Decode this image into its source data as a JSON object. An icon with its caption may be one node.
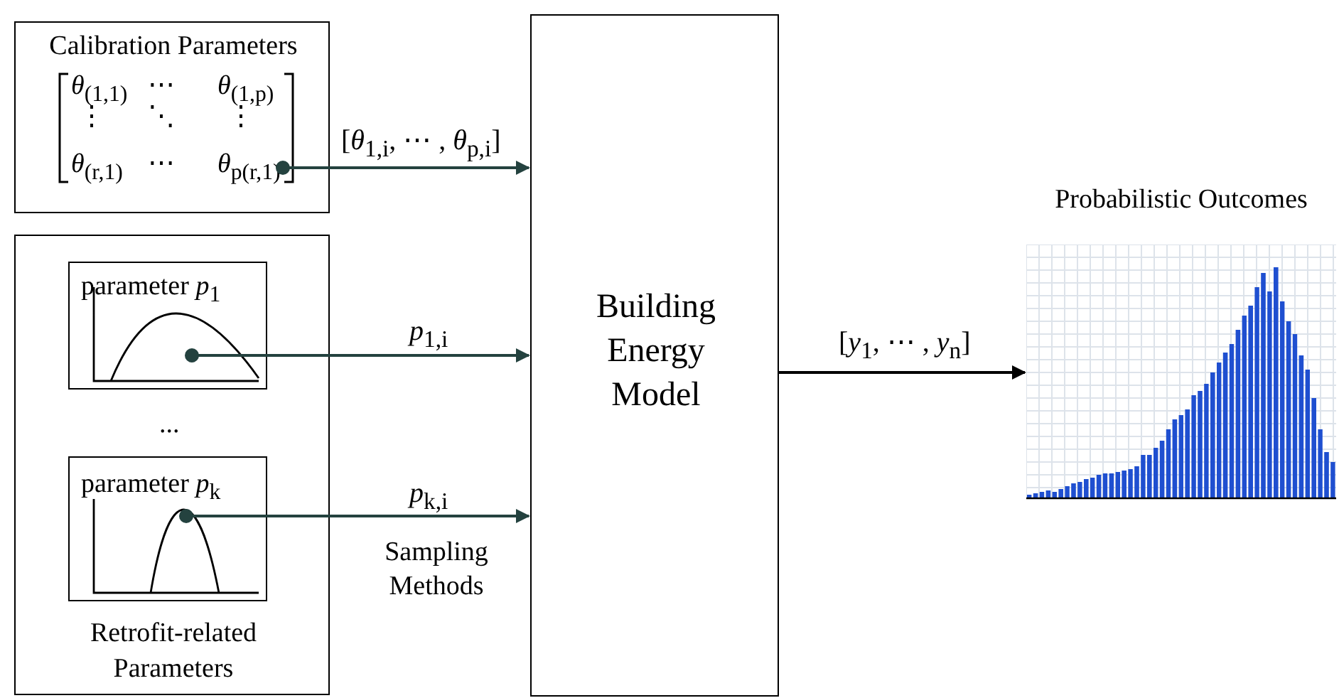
{
  "diagram": {
    "nodes": [
      {
        "text": [
          "Calibration Parameters"
        ]
      },
      {
        "text": [
          "Retrofit-related Parameters"
        ]
      },
      {
        "text": [
          "parameter *p*$_{1}$"
        ],
        "in": 1
      },
      {
        "text": [
          "parameter *p*$_{k}$"
        ],
        "in": 1
      },
      {
        "text": [
          "Building Energy Model"
        ]
      },
      {
        "text": [
          "Probabilistic Outcomes"
        ]
      }
    ],
    "edges": [
      {
        "from": 0,
        "to": 4,
        "arrow": "to",
        "label": "[*θ*$_{1,i}$, ⋯ , *θ*$_{p,i}$]",
        "color": "#24423f"
      },
      {
        "from": 2,
        "to": 4,
        "arrow": "to",
        "label": "*p*$_{1,i}$",
        "color": "#24423f"
      },
      {
        "from": 3,
        "to": 4,
        "arrow": "to",
        "label": "*p*$_{k,i}$",
        "color": "#24423f"
      },
      {
        "from": 4,
        "to": 5,
        "arrow": "to",
        "label": "[*y*$_{1}$, ⋯ , *y*$_{n}$]"
      }
    ],
    "labels": [
      "*θ*$_{(1,1)}$",
      "⋯",
      "*θ*$_{(1,p)}$",
      "⋮",
      "⋱",
      "⋮",
      "*θ*$_{(r,1)}$",
      "⋯",
      "*θ*$_{p(r,1)}$",
      "...",
      "Sampling Methods"
    ]
  }
}
